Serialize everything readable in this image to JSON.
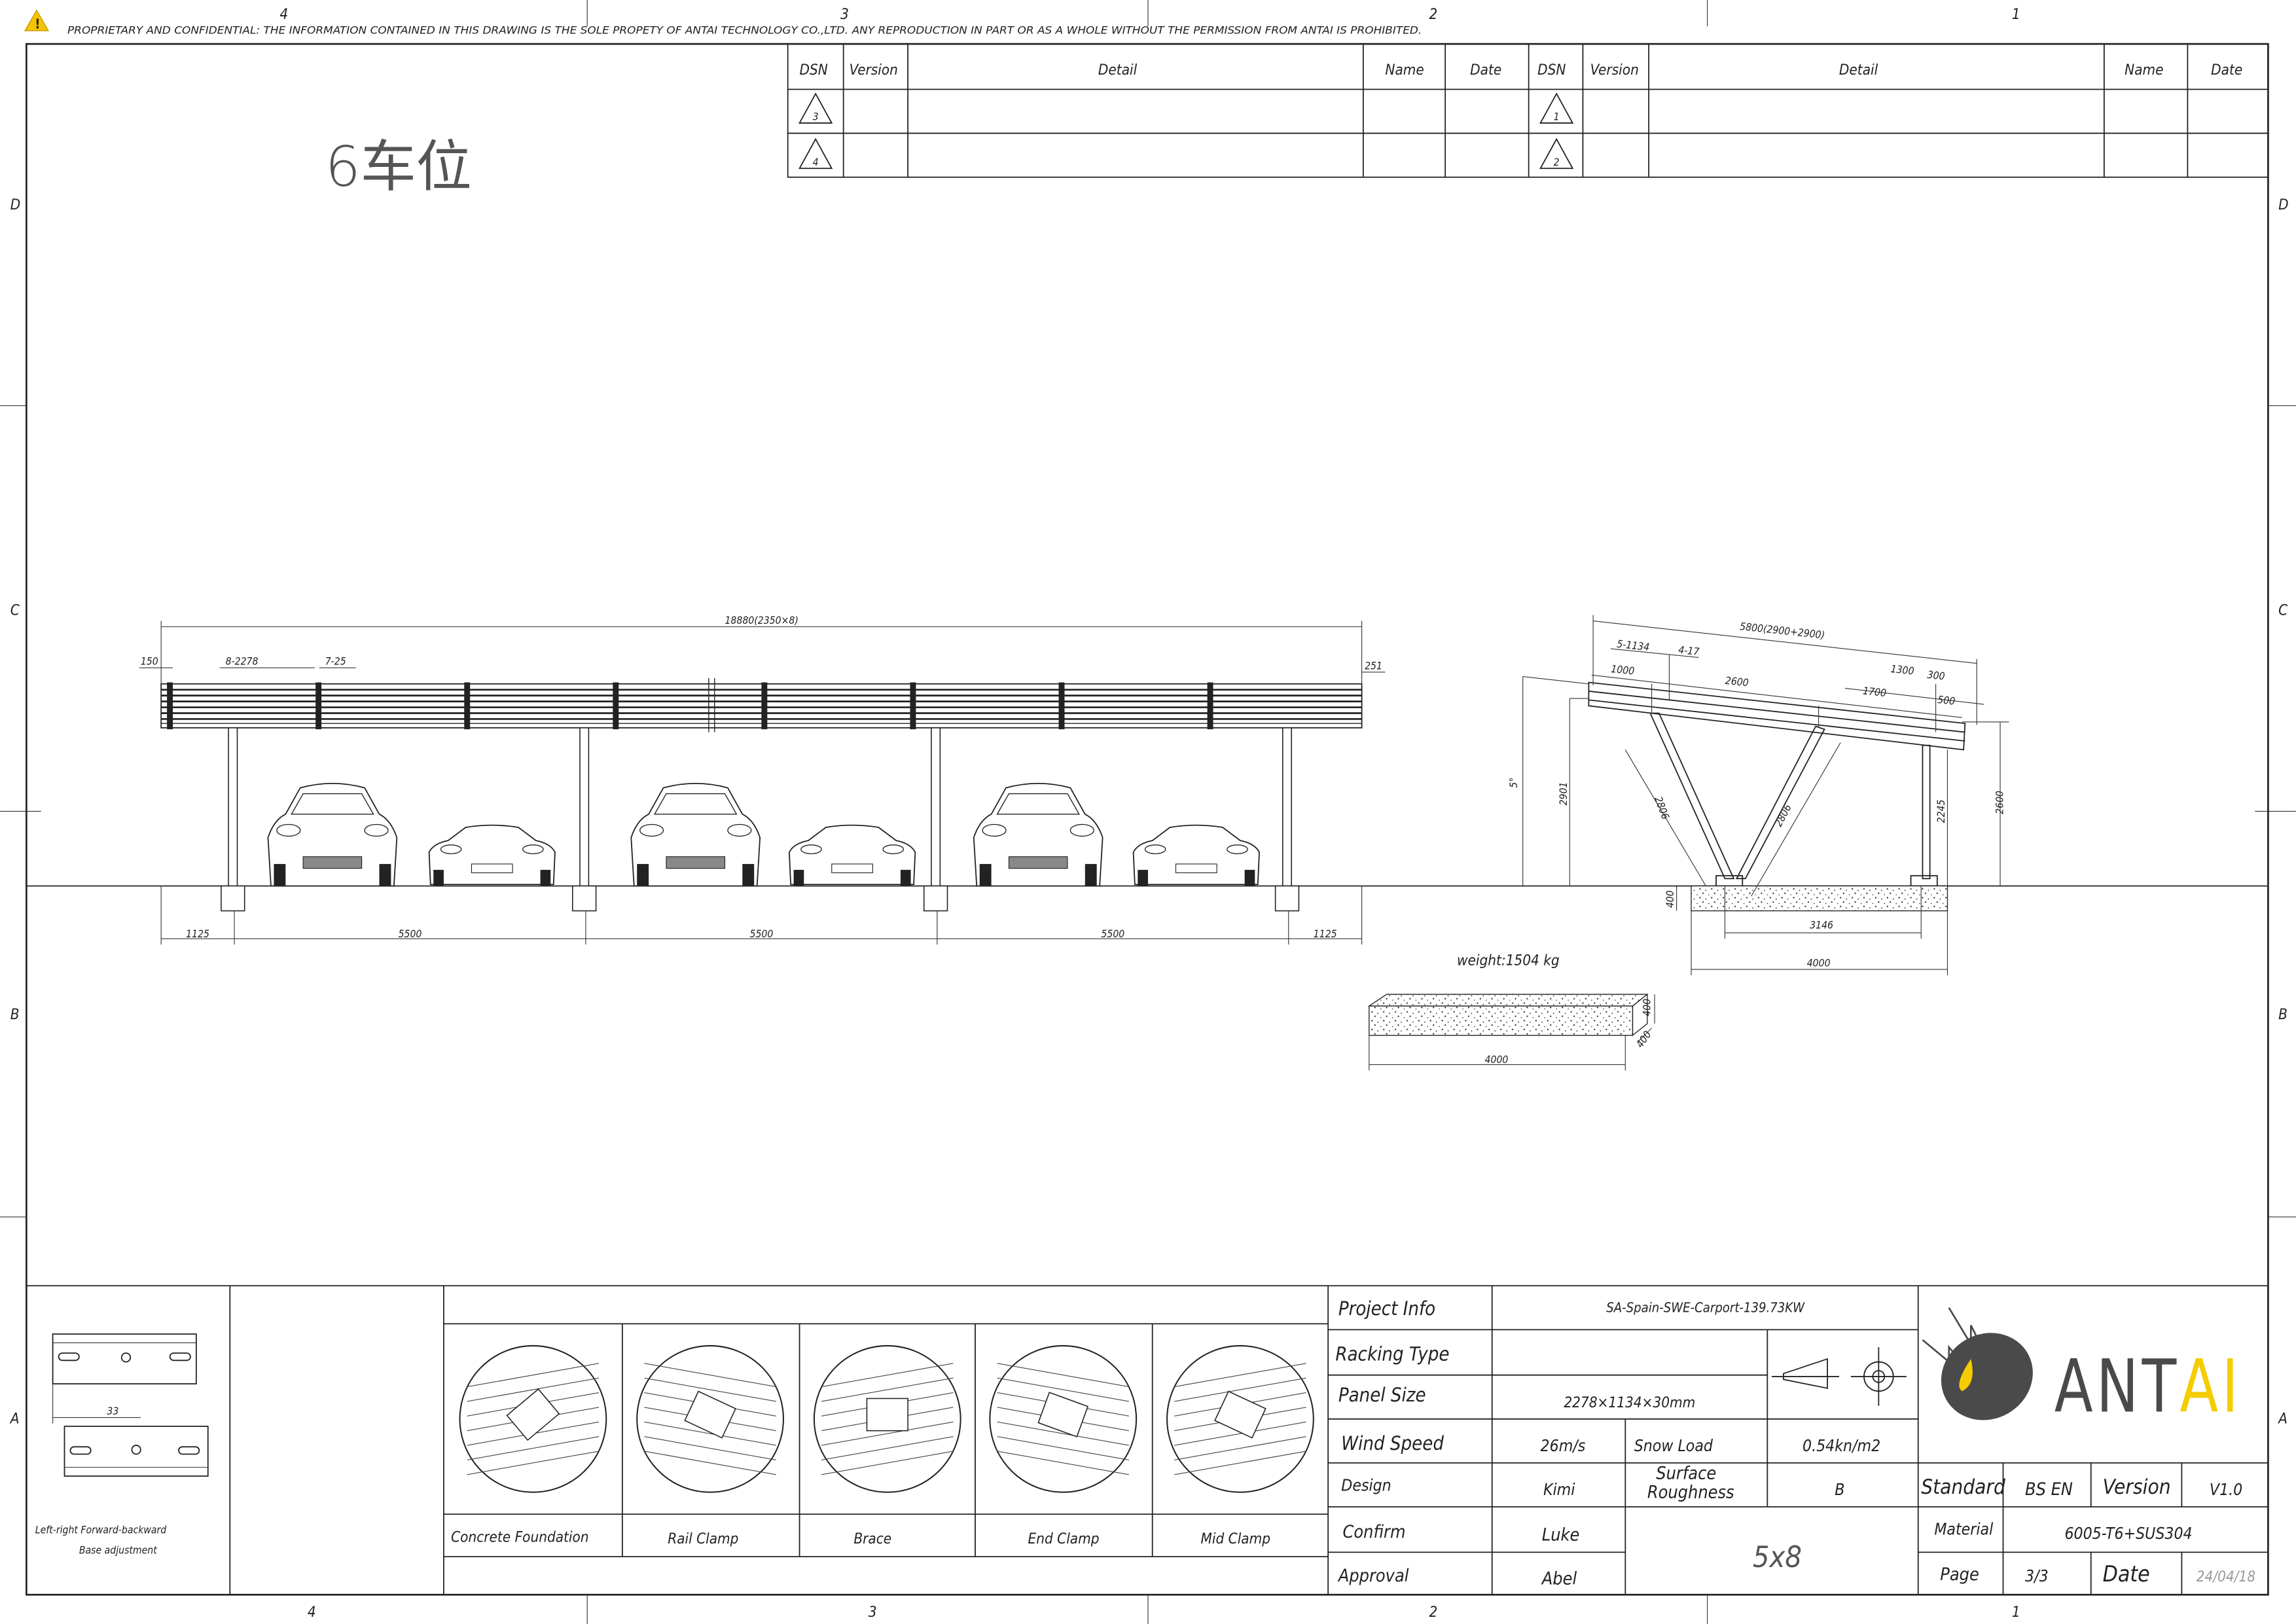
{
  "header": {
    "notice": "PROPRIETARY AND CONFIDENTIAL: THE INFORMATION CONTAINED IN THIS DRAWING IS THE SOLE PROPETY OF ANTAI TECHNOLOGY CO.,LTD. ANY REPRODUCTION IN PART OR AS A WHOLE WITHOUT THE PERMISSION FROM ANTAI IS PROHIBITED.",
    "warning_icon": "warning-triangle-icon",
    "columns": [
      "4",
      "3",
      "2",
      "1"
    ],
    "rows": [
      "D",
      "C",
      "B",
      "A"
    ]
  },
  "revision_table": {
    "headers": [
      "DSN",
      "Version",
      "Detail",
      "Name",
      "Date",
      "DSN",
      "Version",
      "Detail",
      "Name",
      "Date"
    ],
    "rows": [
      [
        "3",
        "1"
      ],
      [
        "4",
        "2"
      ]
    ]
  },
  "note": "6车位",
  "front_view": {
    "total": "18880(2350×8)",
    "left_overhang": "150",
    "panels": "8-2278",
    "gaps": "7-25",
    "right_overhang": "251",
    "spans": [
      "1125",
      "5500",
      "5500",
      "5500",
      "1125"
    ]
  },
  "side_view": {
    "total": "5800(2900+2900)",
    "panels": "5-1134",
    "gaps": "4-17",
    "d1000": "1000",
    "d2600": "2600",
    "d1300": "1300",
    "d1700": "1700",
    "d300": "300",
    "d500": "500",
    "angle": "5°",
    "h2901": "2901",
    "strut1": "2806",
    "strut2": "2806",
    "h2245": "2245",
    "h2600": "2600",
    "depth": "400",
    "d3146": "3146",
    "d4000": "4000"
  },
  "foundation": {
    "weight": "weight:1504 kg",
    "length": "4000",
    "height": "400",
    "width": "400"
  },
  "base_detail": {
    "dim": "33",
    "caption1": "Left-right  Forward-backward",
    "caption2": "Base adjustment"
  },
  "components": [
    "Concrete Foundation",
    "Rail Clamp",
    "Brace",
    "End Clamp",
    "Mid Clamp"
  ],
  "title_block": {
    "project_info_label": "Project Info",
    "project_info": "SA-Spain-SWE-Carport-139.73KW",
    "racking_type_label": "Racking Type",
    "racking_type": "",
    "panel_size_label": "Panel Size",
    "panel_size": "2278×1134×30mm",
    "wind_speed_label": "Wind Speed",
    "wind_speed": "26m/s",
    "snow_load_label": "Snow Load",
    "snow_load": "0.54kn/m2",
    "design_label": "Design",
    "design": "Kimi",
    "surface_roughness_label_1": "Surface",
    "surface_roughness_label_2": "Roughness",
    "surface_roughness": "B",
    "confirm_label": "Confirm",
    "confirm": "Luke",
    "approval_label": "Approval",
    "approval": "Abel",
    "layout": "5x8",
    "standard_label": "Standard",
    "standard": "BS EN",
    "version_label": "Version",
    "version": "V1.0",
    "material_label": "Material",
    "material": "6005-T6+SUS304",
    "page_label": "Page",
    "page": "3/3",
    "date_label": "Date",
    "date": "24/04/18"
  },
  "logo": {
    "text_dark": "ANT",
    "text_accent": "AI",
    "dark": "#4a4a4a",
    "accent": "#f5cc00"
  }
}
